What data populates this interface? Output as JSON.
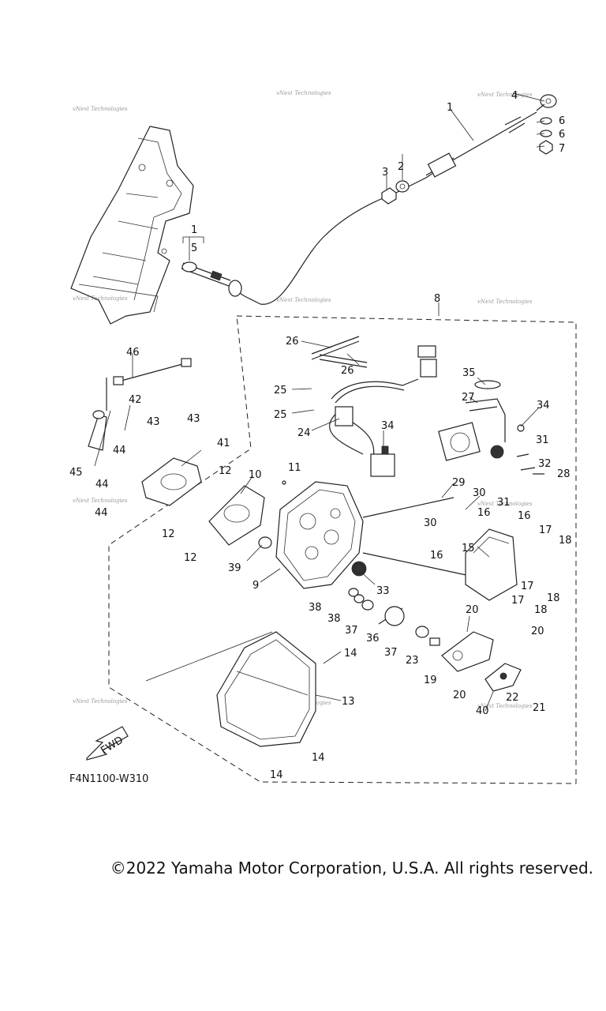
{
  "diagram_code": "F4N1100-W310",
  "fwd_label": "FWD",
  "copyright": "©2022 Yamaha Motor Corporation, U.S.A. All rights reserved.",
  "watermark": "vNext Technologies",
  "callouts": [
    "1",
    "2",
    "3",
    "4",
    "5",
    "6",
    "7",
    "8",
    "9",
    "10",
    "11",
    "12",
    "13",
    "14",
    "15",
    "16",
    "17",
    "18",
    "19",
    "20",
    "21",
    "22",
    "23",
    "24",
    "25",
    "26",
    "27",
    "28",
    "29",
    "30",
    "31",
    "32",
    "33",
    "34",
    "35",
    "36",
    "37",
    "38",
    "39",
    "40",
    "41",
    "42",
    "43",
    "44",
    "45",
    "46"
  ]
}
